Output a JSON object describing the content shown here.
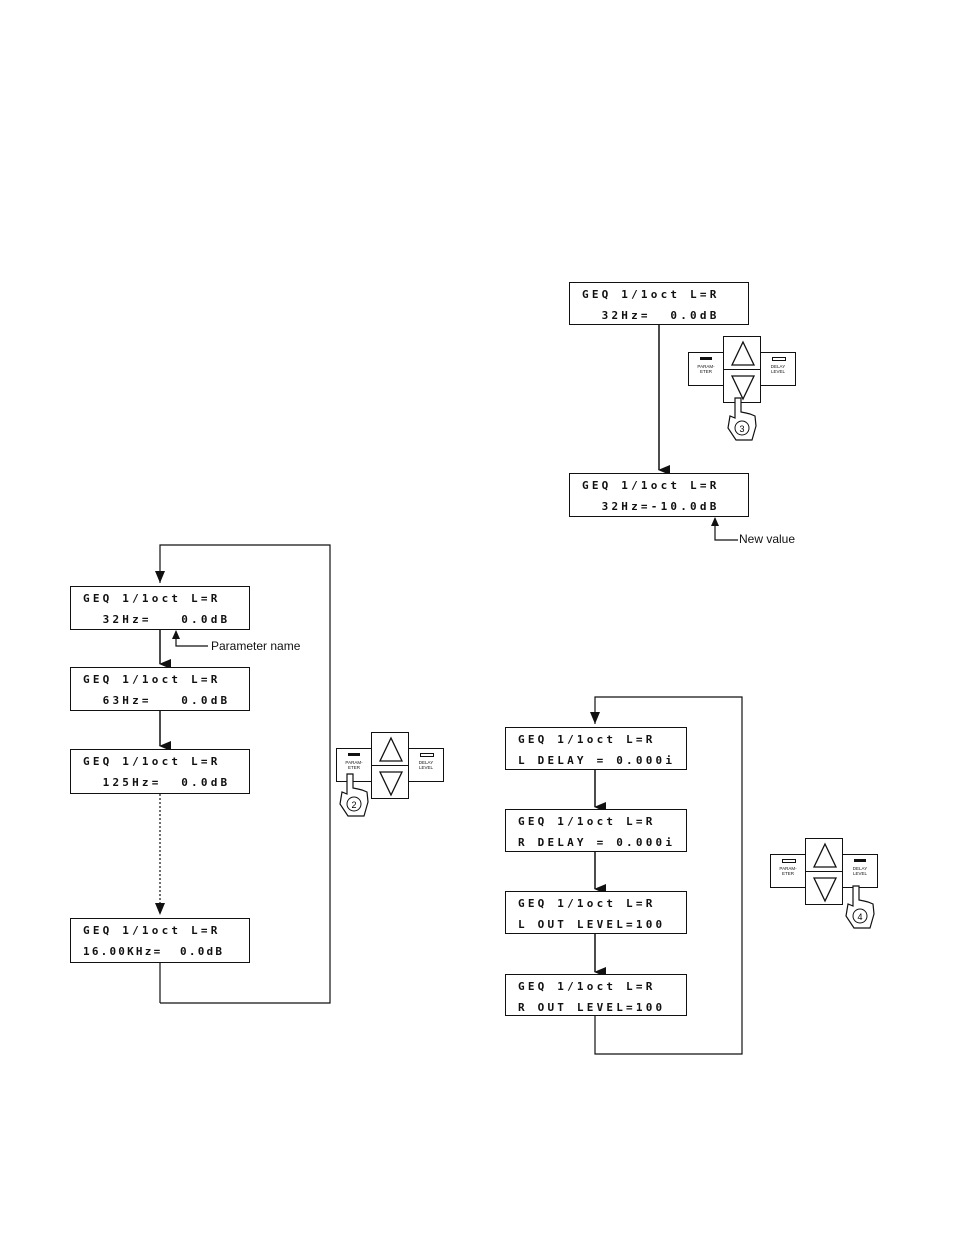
{
  "lcd_common_line1": "GEQ 1/1oct L=R",
  "top_flow": {
    "before_line2": "  32Hz=  0.0dB",
    "after_line2": "  32Hz=-10.0dB",
    "new_value_note": "New value",
    "hand_step": "3"
  },
  "left_flow": {
    "screens": [
      {
        "line2": "  32Hz=   0.0dB"
      },
      {
        "line2": "  63Hz=   0.0dB"
      },
      {
        "line2": "  125Hz=  0.0dB"
      },
      {
        "line2": "16.00KHz=  0.0dB"
      }
    ],
    "parameter_name_note": "Parameter name",
    "hand_step": "2"
  },
  "right_flow": {
    "screens": [
      {
        "line2": "L DELAY = 0.000i"
      },
      {
        "line2": "R DELAY = 0.000i"
      },
      {
        "line2": "L OUT LEVEL=100"
      },
      {
        "line2": "R OUT LEVEL=100"
      }
    ],
    "hand_step": "4"
  },
  "keys": {
    "parameter_label": "PARAM-\nETER",
    "delay_level_label": "DELAY\nLEVEL"
  }
}
